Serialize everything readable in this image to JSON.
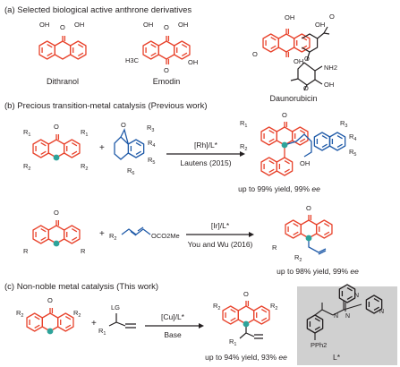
{
  "figure": {
    "sections": {
      "a": {
        "title": "(a) Selected biological active anthrone derivatives"
      },
      "b": {
        "title": "(b) Precious transition-metal catalysis (Previous work)"
      },
      "c": {
        "title": "(c) Non-noble metal catalysis (This work)"
      }
    },
    "compounds": {
      "dithranol": "Dithranol",
      "emodin": "Emodin",
      "daunorubicin": "Daunorubicin"
    },
    "atom_labels": {
      "OH": "OH",
      "O": "O",
      "H3C": "H3C",
      "NH2": "NH2",
      "LG": "LG",
      "OCO2Me": "OCO2Me",
      "PPh2": "PPh2",
      "N": "N",
      "plus": "+",
      "R": "R",
      "R1": "R1",
      "R2": "R2",
      "R3": "R3",
      "R4": "R4",
      "R5": "R5",
      "R6": "R6",
      "Lstar": "L*"
    },
    "reactions": {
      "rh": {
        "catalyst": "[Rh]/L*",
        "reference": "Lautens (2015)",
        "yield_prefix": "up to 99% yield, 99% ",
        "ee": "ee"
      },
      "ir": {
        "catalyst": "[Ir]/L*",
        "reference": "You and Wu (2016)",
        "yield_prefix": "up to 98% yield, 99% ",
        "ee": "ee"
      },
      "cu": {
        "catalyst": "[Cu]/L*",
        "base": "Base",
        "yield_prefix": "up to 94% yield, 93% ",
        "ee": "ee"
      }
    },
    "colors": {
      "red": "#e8422b",
      "blue": "#1f5aa8",
      "teal": "#2ea39a",
      "black": "#231f20",
      "ligand_bg": "#d0d0d0"
    }
  }
}
